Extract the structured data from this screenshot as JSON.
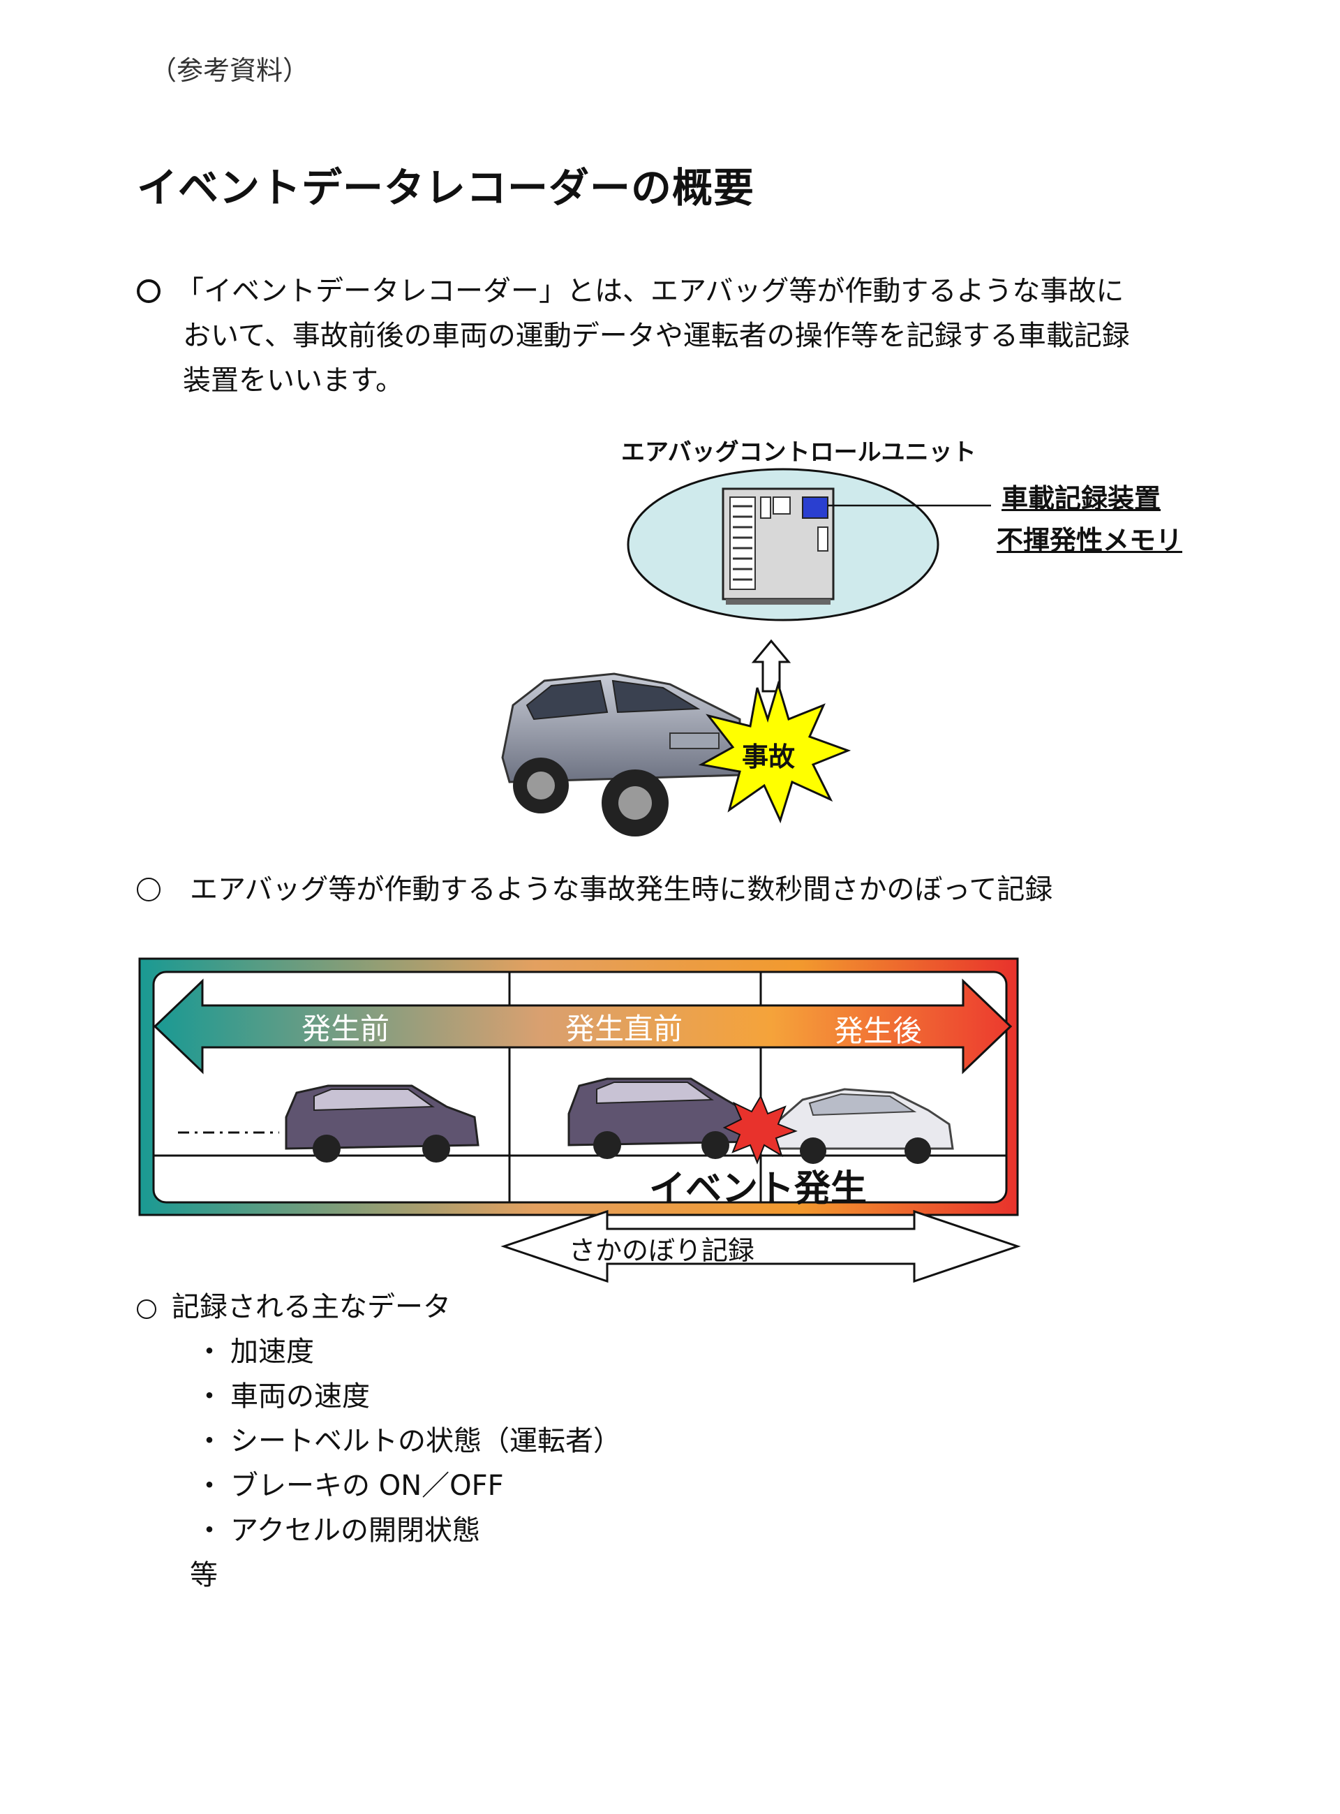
{
  "header": {
    "ref_note": "（参考資料）"
  },
  "title": "イベントデータレコーダーの概要",
  "intro": {
    "line1": "「イベントデータレコーダー」とは、エアバッグ等が作動するような事故に",
    "line2": "おいて、事故前後の車両の運動データや運転者の操作等を記録する車載記録",
    "line3": "装置をいいます。"
  },
  "diagram1": {
    "unit_label": "エアバッグコントロールユニット",
    "recorder_label_1": "車載記録装置",
    "recorder_label_2": "不揮発性メモリ",
    "accident_label": "事故"
  },
  "section2": {
    "text": "エアバッグ等が作動するような事故発生時に数秒間さかのぼって記録"
  },
  "timeline": {
    "phase_before": "発生前",
    "phase_just_before": "発生直前",
    "phase_after": "発生後",
    "event_label": "イベント発生",
    "retro_label": "さかのぼり記録"
  },
  "section3": {
    "heading": "記録される主なデータ",
    "items": [
      "加速度",
      "車両の速度",
      "シートベルトの状態（運転者）",
      "ブレーキの ON／OFF",
      "アクセルの開閉状態"
    ],
    "etc": "等"
  },
  "colors": {
    "ellipse_fill": "#cfeaec",
    "timeline_teal": "#1a9a93",
    "timeline_orange": "#f29a2e",
    "timeline_red": "#e8322c",
    "burst_yellow": "#ffff00",
    "chip_blue": "#2a3fd0"
  }
}
